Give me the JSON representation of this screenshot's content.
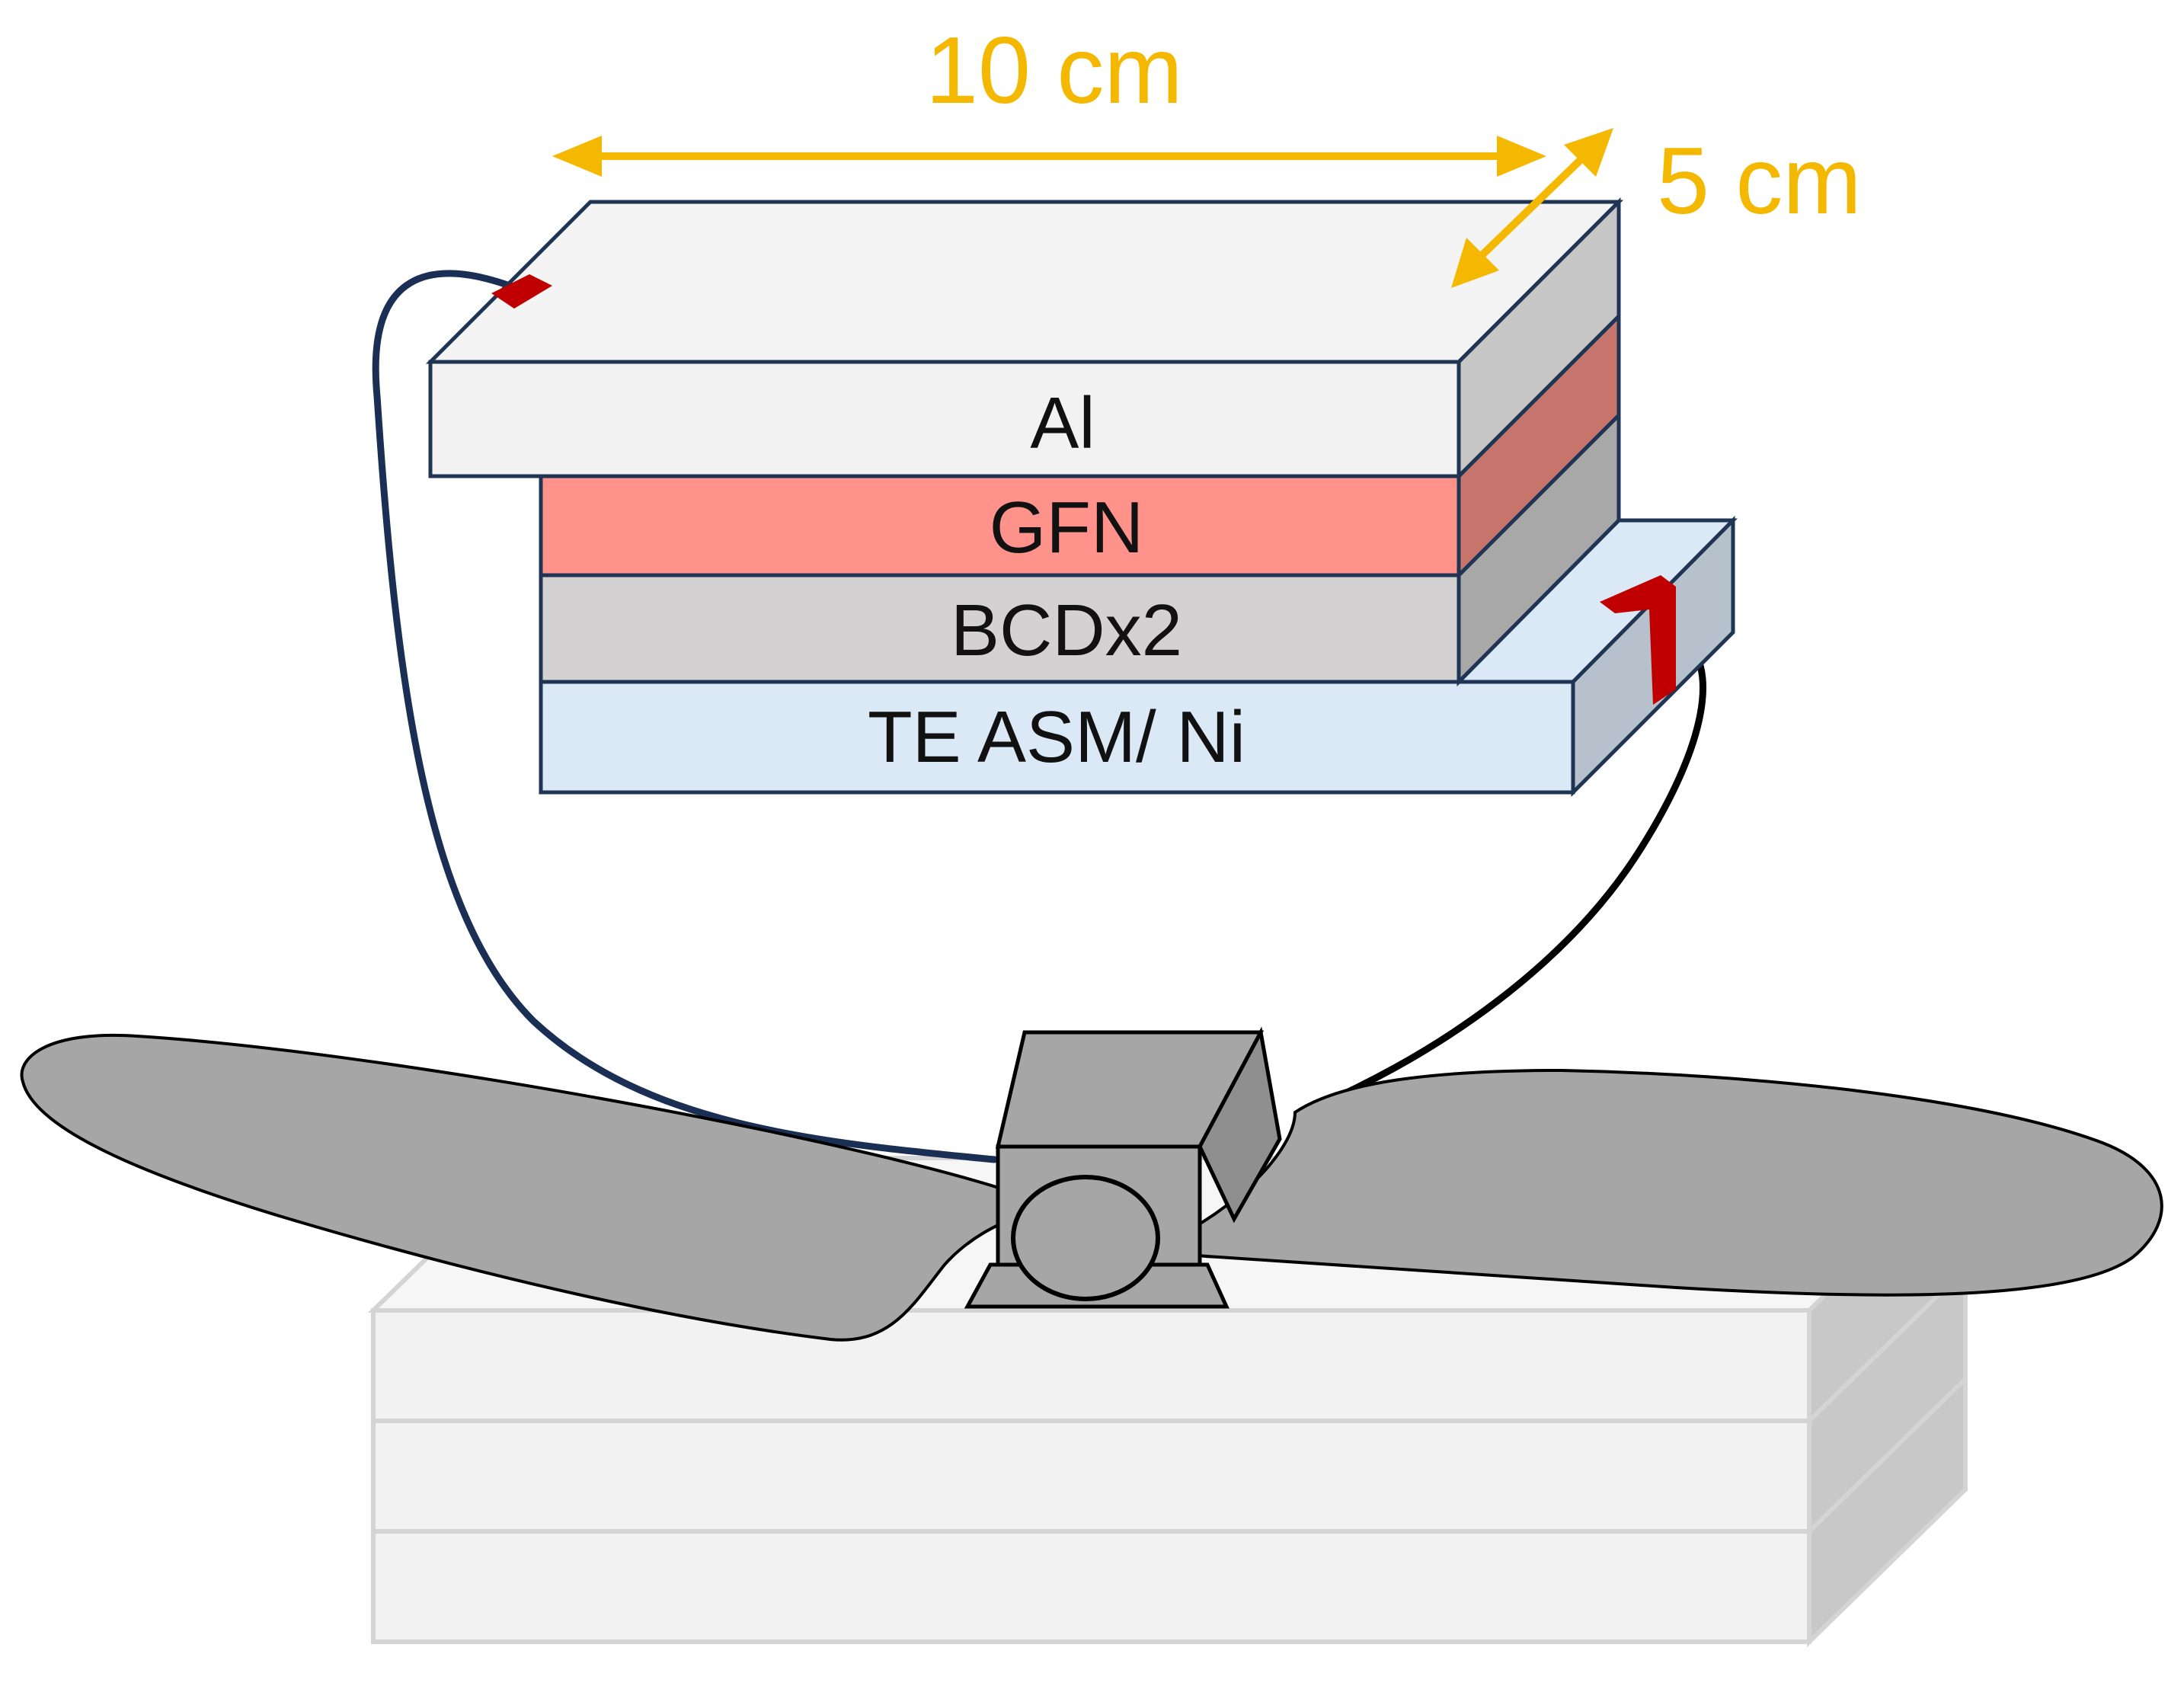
{
  "layers": [
    {
      "label": "Al",
      "front_color": "#f2f2f2",
      "side_color": "#c6c6c6"
    },
    {
      "label": "GFN",
      "front_color": "#ff938b",
      "side_color": "#c8756e"
    },
    {
      "label": "BCDx2",
      "front_color": "#d3d1d1",
      "side_color": "#a8a8a8"
    },
    {
      "label": "TE ASM/ Ni",
      "front_color": "#dbe8f6",
      "side_color": "#b6c1cc"
    }
  ],
  "dimensions": {
    "length": "10 cm",
    "width": "5 cm",
    "color": "#f5b800"
  },
  "colors": {
    "outline": "#1f3553",
    "wire_left": "#1b2f55",
    "wire_right": "#000000",
    "electrode": "#c00000",
    "propeller": "#a6a6a6",
    "motor": "#a6a6a6",
    "base_front": "#f2f2f2",
    "base_side": "#c8c8c8"
  }
}
